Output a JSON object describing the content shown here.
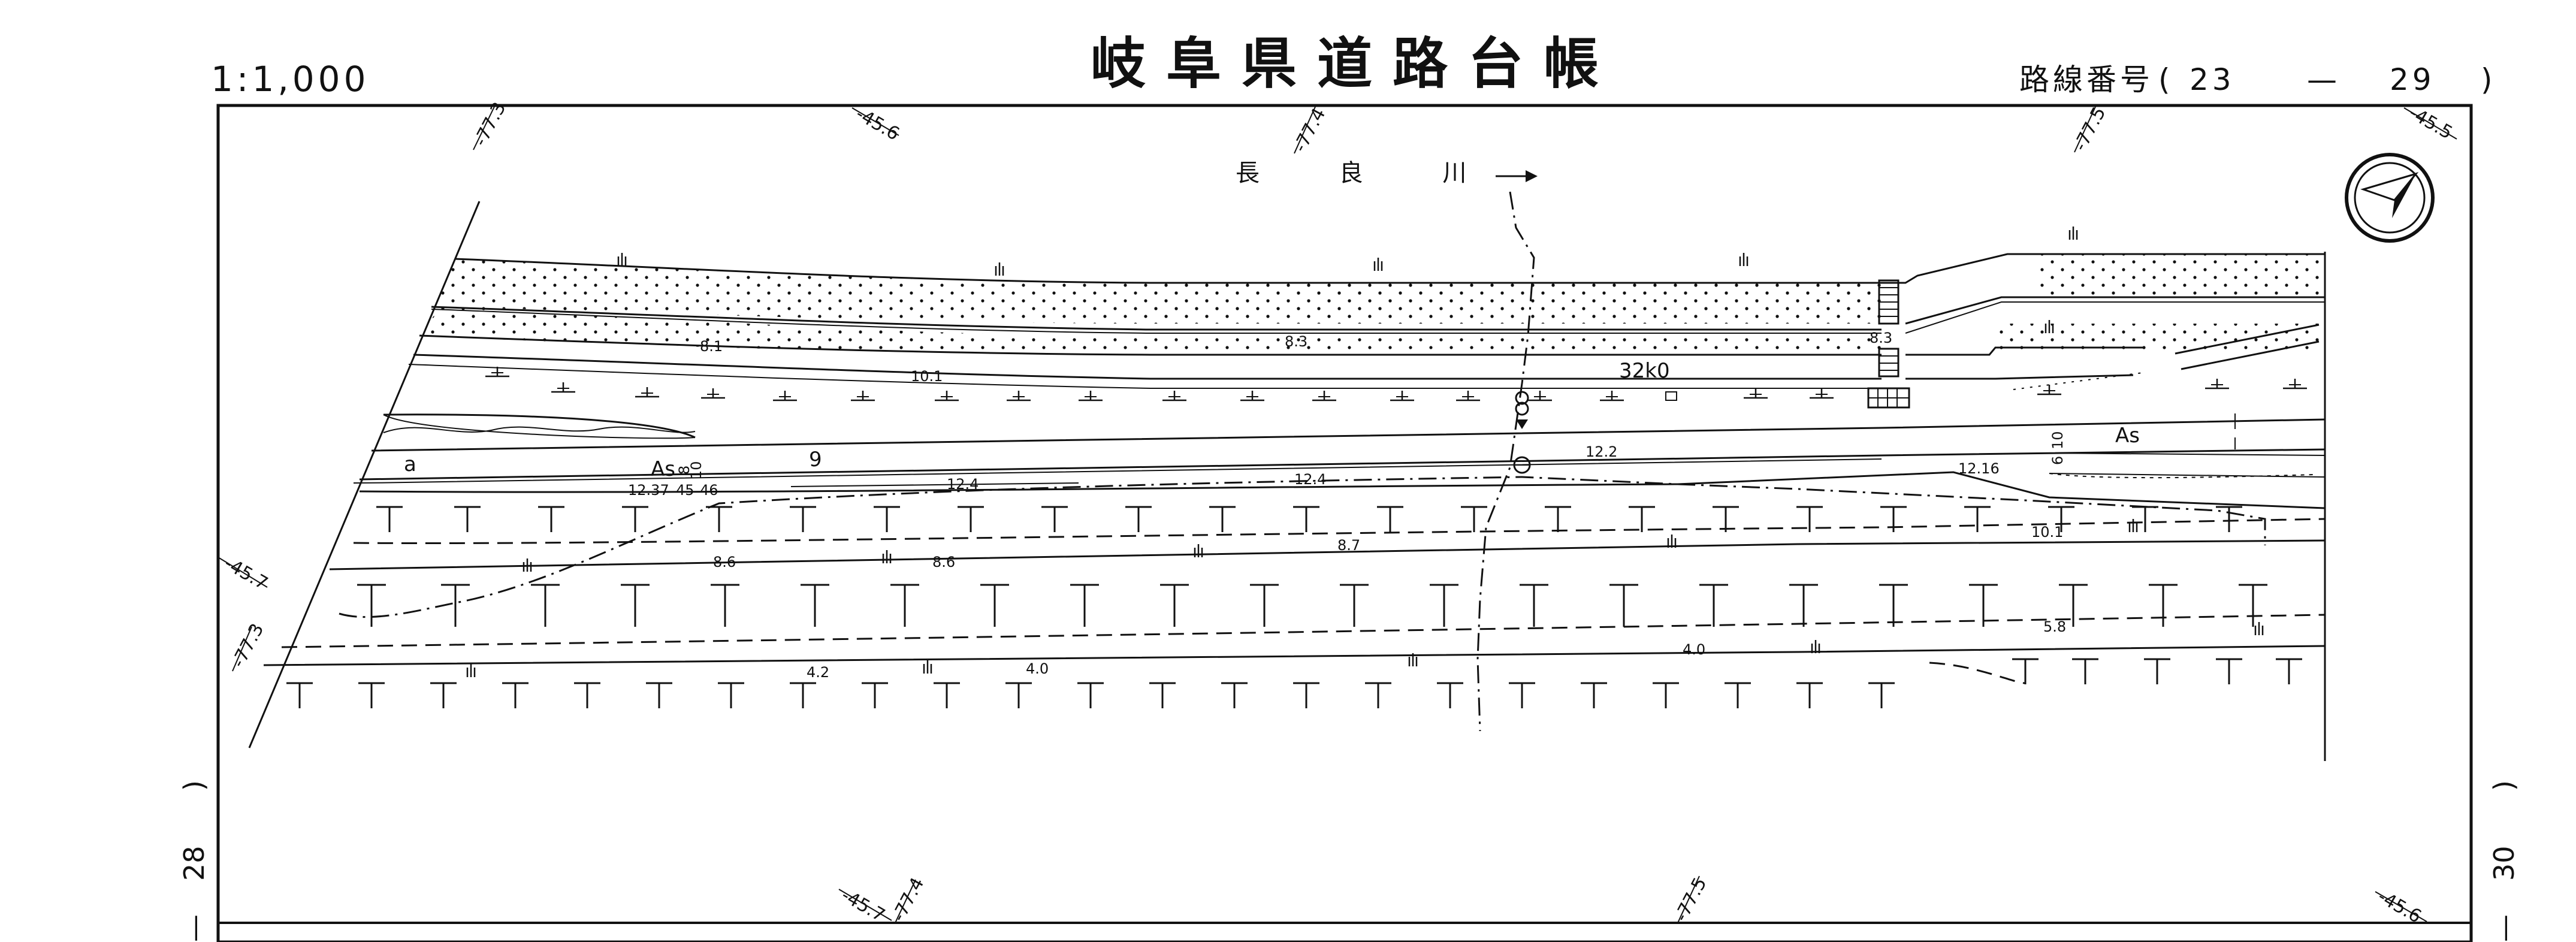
{
  "header": {
    "scale": "1:1,000",
    "title": "岐阜県道路台帳",
    "route_label": "路線番号",
    "route_open": "(",
    "route_from": "23",
    "route_dash": "—",
    "route_to": "29",
    "route_close": ")"
  },
  "sheet_refs": {
    "left_page": "28",
    "right_page": "30",
    "left_paren": ")",
    "right_paren": ")",
    "left_dash": "—",
    "right_dash": "—"
  },
  "coordinates": {
    "top": [
      "-77.3",
      "-45.6",
      "-77.4",
      "-77.5",
      "-45.5"
    ],
    "left": [
      "-45.7",
      "-77.3"
    ],
    "bottom": [
      "-45.7",
      "-77.4",
      "-77.5",
      "-45.6"
    ]
  },
  "map": {
    "river_label": "長 良 川",
    "km_post": "32k0",
    "pavement_1": "As",
    "pavement_2": "As",
    "road_mark": "a",
    "station_mark": "9",
    "elevations_upper": [
      "8.1",
      "10.1",
      "8.3",
      "8.3"
    ],
    "elevations_road": [
      "12.37",
      "12.4",
      "12.4",
      "12.2",
      "12.16"
    ],
    "widths_1": [
      "8",
      "10",
      "45",
      "46"
    ],
    "widths_2": [
      "10",
      "6"
    ],
    "elevations_lower": [
      "8.6",
      "8.6",
      "8.7",
      "10.1"
    ],
    "elevations_bottom": [
      "4.2",
      "4.0",
      "4.0",
      "5.8"
    ]
  },
  "colors": {
    "ink": "#111111",
    "paper": "#ffffff"
  }
}
